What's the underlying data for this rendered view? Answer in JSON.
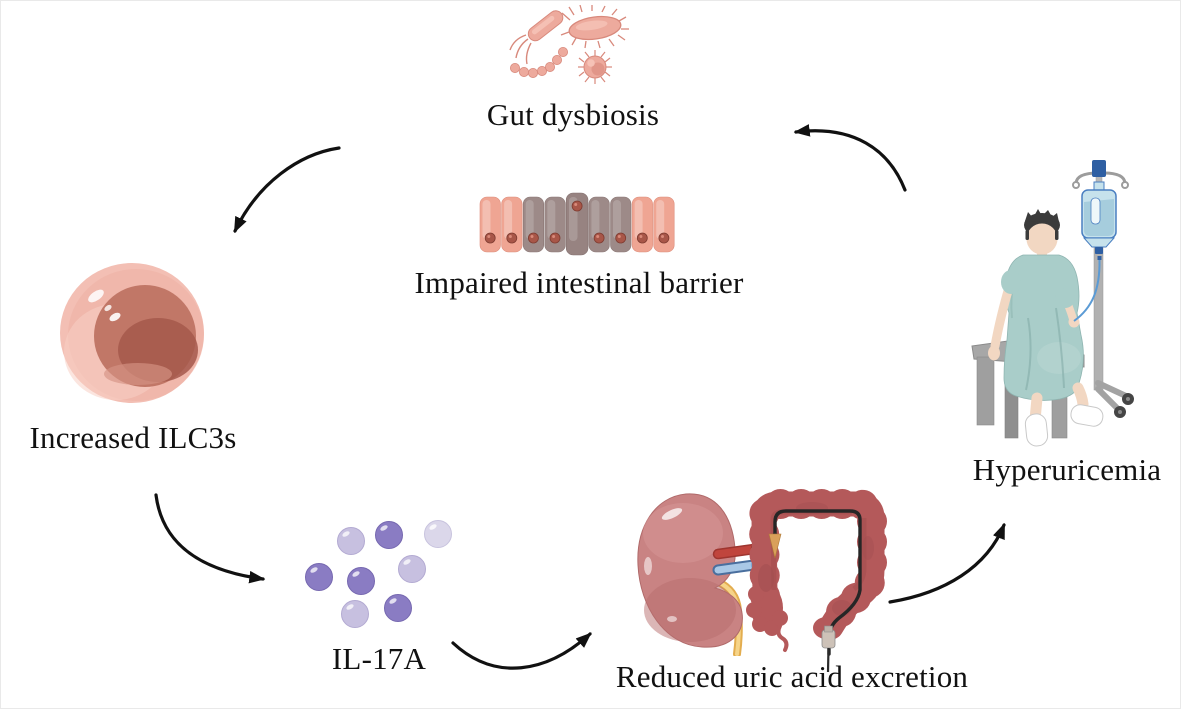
{
  "diagram": {
    "type": "cycle",
    "description": "Mechanism cycle linking gut dysbiosis to hyperuricemia via ILC3s and IL-17A",
    "nodes": {
      "gut_dysbiosis": {
        "label": "Gut dysbiosis",
        "icon": "bacteria-icon"
      },
      "impaired_intestinal_barrier": {
        "label": "Impaired intestinal barrier",
        "icon": "intestinal-epithelium-icon"
      },
      "increased_ilc3s": {
        "label": "Increased ILC3s",
        "icon": "ilc3-cell-icon"
      },
      "il_17a": {
        "label": "IL-17A",
        "icon": "cytokine-dots-icon"
      },
      "reduced_uric_acid_excretion": {
        "label": "Reduced uric acid excretion",
        "icon": "kidney-and-colon-icon"
      },
      "hyperuricemia": {
        "label": "Hyperuricemia",
        "icon": "patient-iv-drip-icon"
      }
    },
    "edges": [
      {
        "from": "gut_dysbiosis",
        "to": "increased_ilc3s"
      },
      {
        "from": "increased_ilc3s",
        "to": "il_17a"
      },
      {
        "from": "il_17a",
        "to": "reduced_uric_acid_excretion"
      },
      {
        "from": "reduced_uric_acid_excretion",
        "to": "hyperuricemia"
      },
      {
        "from": "hyperuricemia",
        "to": "gut_dysbiosis"
      }
    ]
  },
  "palette": {
    "background": "#ffffff",
    "text": "#111111",
    "arrow": "#111111",
    "bacteria_fill": "#edaa9d",
    "bacteria_stroke": "#d8897c",
    "barrier_healthy": "#efa593",
    "barrier_damaged": "#9d8a88",
    "barrier_nucleus": "#a85648",
    "cell_membrane": "#f3bfb4",
    "cell_nucleus": "#c17767",
    "cytokine_dark": "#8a7cc3",
    "cytokine_light": "#c7c0e0",
    "kidney_body": "#c98383",
    "renal_artery": "#c0453d",
    "renal_vein": "#a9c8e6",
    "ureter": "#e3ad4f",
    "colon_body": "#b4595a",
    "endoscope": "#262626",
    "skin": "#f2d7c2",
    "hair": "#3b3b3b",
    "gown": "#a9cdc9",
    "metal": "#b1b1b1",
    "iv_bag": "#c6e2ec",
    "iv_accent": "#2e5fa3"
  }
}
